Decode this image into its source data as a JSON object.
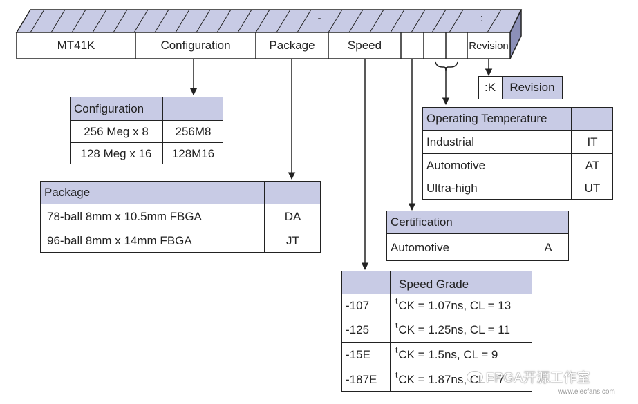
{
  "part_number": {
    "separators": {
      "dash": "-",
      "colon": ":"
    },
    "fields": [
      "MT41K",
      "Configuration",
      "Package",
      "Speed",
      "",
      "",
      "",
      "Revision"
    ]
  },
  "revision": {
    "code": ":K",
    "label": "Revision"
  },
  "configuration": {
    "header": "Configuration",
    "rows": [
      {
        "desc": "256 Meg x 8",
        "code": "256M8"
      },
      {
        "desc": "128 Meg x 16",
        "code": "128M16"
      }
    ]
  },
  "package": {
    "header": "Package",
    "rows": [
      {
        "desc": "78-ball 8mm x 10.5mm FBGA",
        "code": "DA"
      },
      {
        "desc": "96-ball 8mm x 14mm FBGA",
        "code": "JT"
      }
    ]
  },
  "operating_temperature": {
    "header": "Operating Temperature",
    "rows": [
      {
        "desc": "Industrial",
        "code": "IT"
      },
      {
        "desc": "Automotive",
        "code": "AT"
      },
      {
        "desc": "Ultra-high",
        "code": "UT"
      }
    ]
  },
  "certification": {
    "header": "Certification",
    "rows": [
      {
        "desc": "Automotive",
        "code": "A"
      }
    ]
  },
  "speed_grade": {
    "header": "Speed Grade",
    "t_prefix": "t",
    "rows": [
      {
        "code": "-107",
        "desc": "CK = 1.07ns, CL = 13"
      },
      {
        "code": "-125",
        "desc": "CK = 1.25ns, CL = 11"
      },
      {
        "code": "-15E",
        "desc": "CK = 1.5ns, CL = 9"
      },
      {
        "code": "-187E",
        "desc": "CK = 1.87ns, CL = 7"
      }
    ]
  },
  "watermark": {
    "text": "FPGA开源工作室",
    "url": "www.elecfans.com"
  },
  "colors": {
    "header_fill": "#c8cbe5",
    "top_face": "#c8cbe5",
    "side_face": "#8c90b8",
    "line": "#222222"
  }
}
